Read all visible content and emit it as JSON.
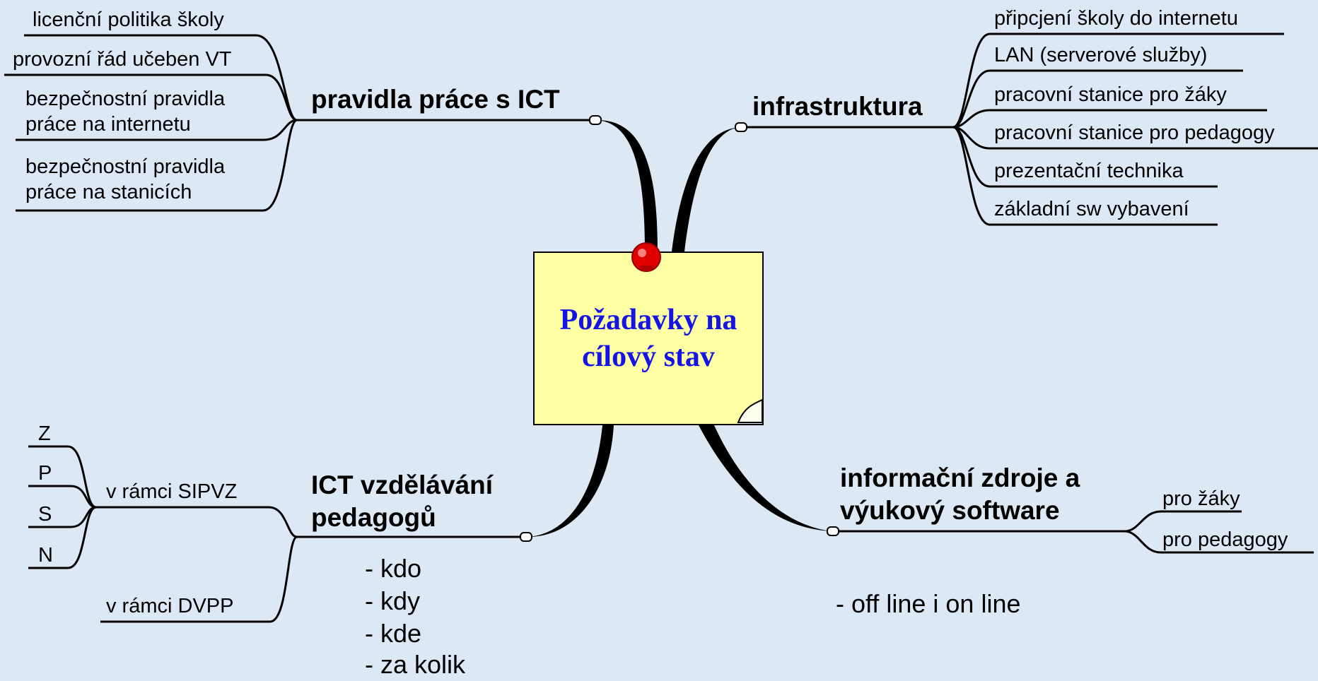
{
  "colors": {
    "background": "#dde8f5",
    "note_fill": "#ffffa3",
    "center_text": "#1414e6",
    "pin": "#e00000",
    "line": "#000000"
  },
  "center": {
    "title": "Požadavky na cílový stav"
  },
  "branches": {
    "rules": {
      "label": "pravidla práce s ICT",
      "items": [
        "licenční politika školy",
        "provozní řád učeben VT",
        "bezpečnostní pravidla práce na internetu",
        "bezpečnostní pravidla práce na stanicích"
      ]
    },
    "infrastructure": {
      "label": "infrastruktura",
      "items": [
        "připcjení školy do internetu",
        "LAN (serverové služby)",
        "pracovní stanice pro žáky",
        "pracovní stanice pro pedagogy",
        "prezentační technika",
        "základní sw vybavení"
      ]
    },
    "education": {
      "label": "ICT vzdělávání pedagogů",
      "sipvz": {
        "label": "v rámci SIPVZ",
        "levels": [
          "Z",
          "P",
          "S",
          "N"
        ]
      },
      "dvpp": {
        "label": "v rámci DVPP"
      },
      "notes": [
        "- kdo",
        "- kdy",
        "- kde",
        "- za kolik"
      ]
    },
    "resources": {
      "label": "informační zdroje a výukový software",
      "items": [
        "pro žáky",
        "pro pedagogy"
      ],
      "note": "- off line i on line"
    }
  }
}
